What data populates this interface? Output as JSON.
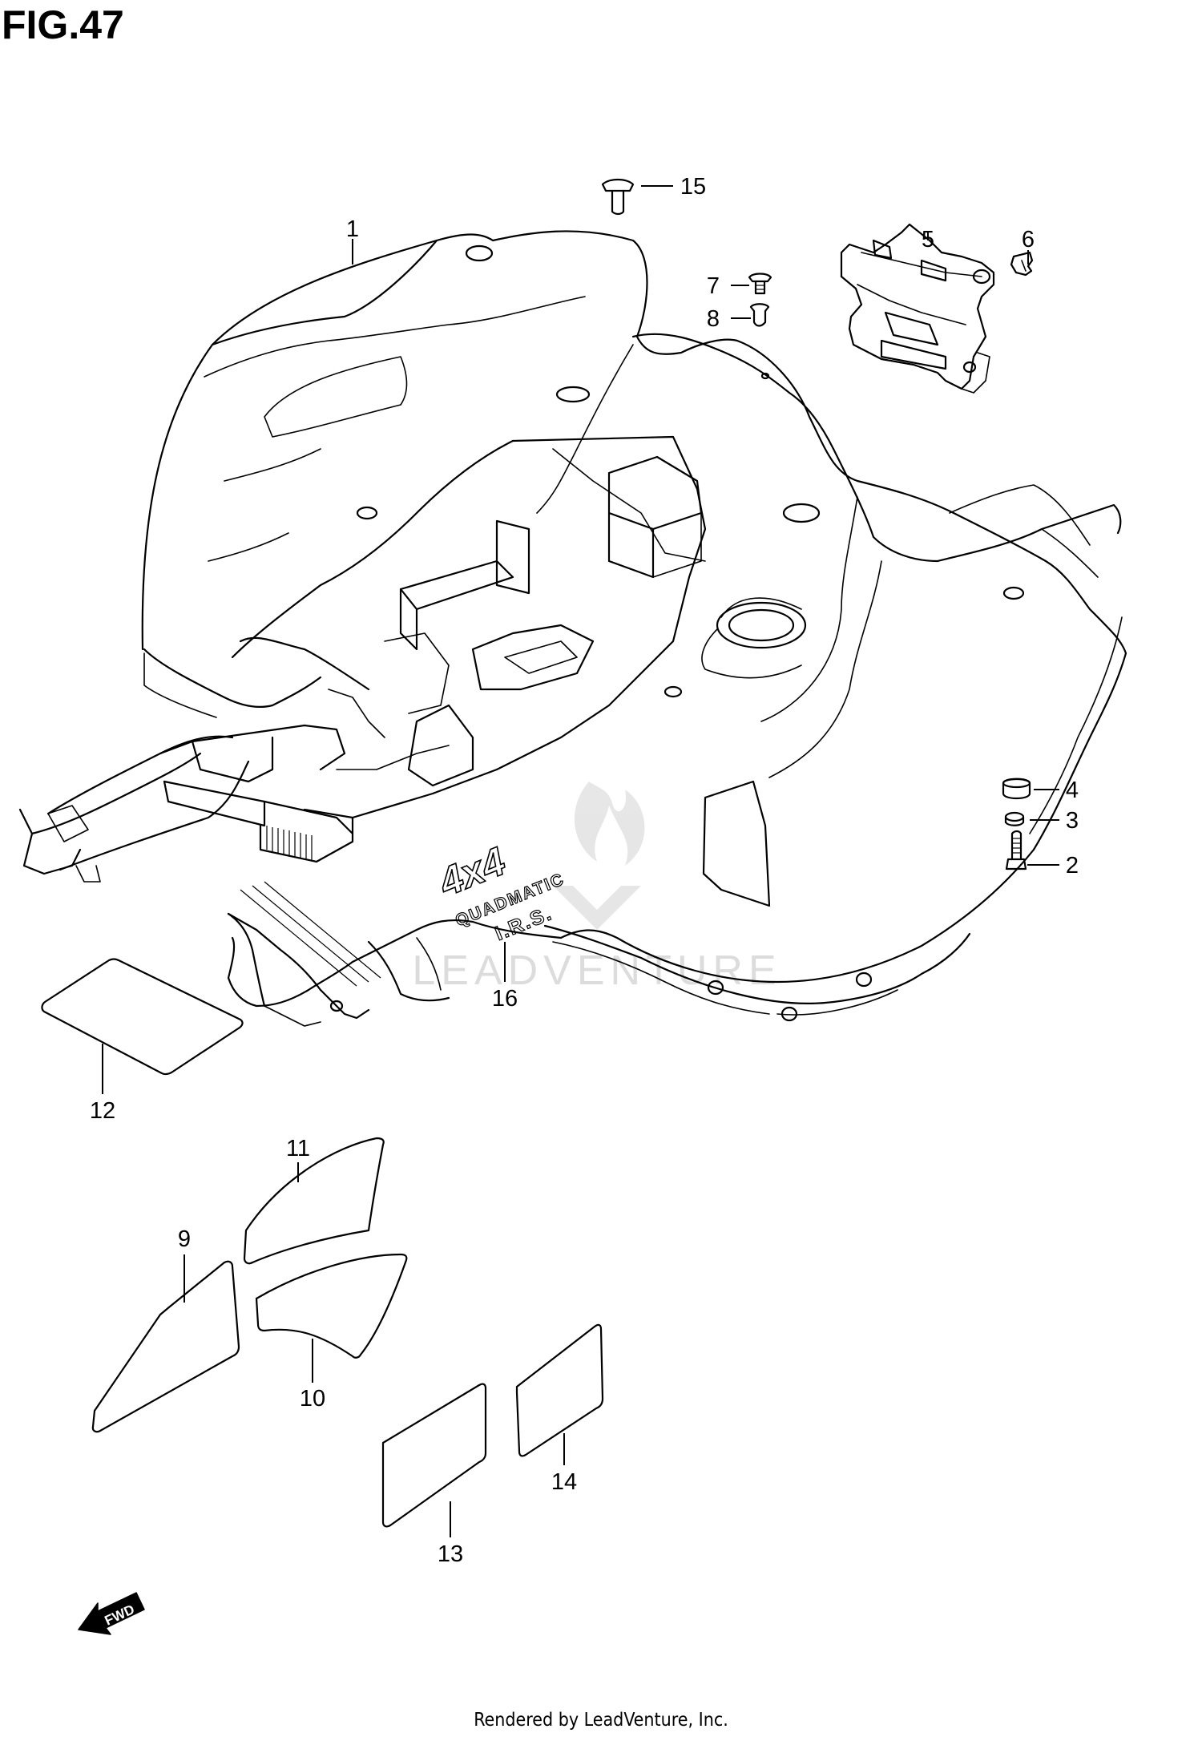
{
  "figure": {
    "title": "FIG.47",
    "footer": "Rendered by LeadVenture, Inc.",
    "watermark": "LEADVENTURE",
    "decal_text": [
      "4x4",
      "QUADMATIC",
      "I.R.S."
    ],
    "fwd_label": "FWD"
  },
  "callouts": [
    {
      "id": "callout-1",
      "label": "1"
    },
    {
      "id": "callout-2",
      "label": "2"
    },
    {
      "id": "callout-3",
      "label": "3"
    },
    {
      "id": "callout-4",
      "label": "4"
    },
    {
      "id": "callout-5",
      "label": "5"
    },
    {
      "id": "callout-6",
      "label": "6"
    },
    {
      "id": "callout-7",
      "label": "7"
    },
    {
      "id": "callout-8",
      "label": "8"
    },
    {
      "id": "callout-9",
      "label": "9"
    },
    {
      "id": "callout-10",
      "label": "10"
    },
    {
      "id": "callout-11",
      "label": "11"
    },
    {
      "id": "callout-12",
      "label": "12"
    },
    {
      "id": "callout-13",
      "label": "13"
    },
    {
      "id": "callout-14",
      "label": "14"
    },
    {
      "id": "callout-15",
      "label": "15"
    },
    {
      "id": "callout-16",
      "label": "16"
    }
  ]
}
